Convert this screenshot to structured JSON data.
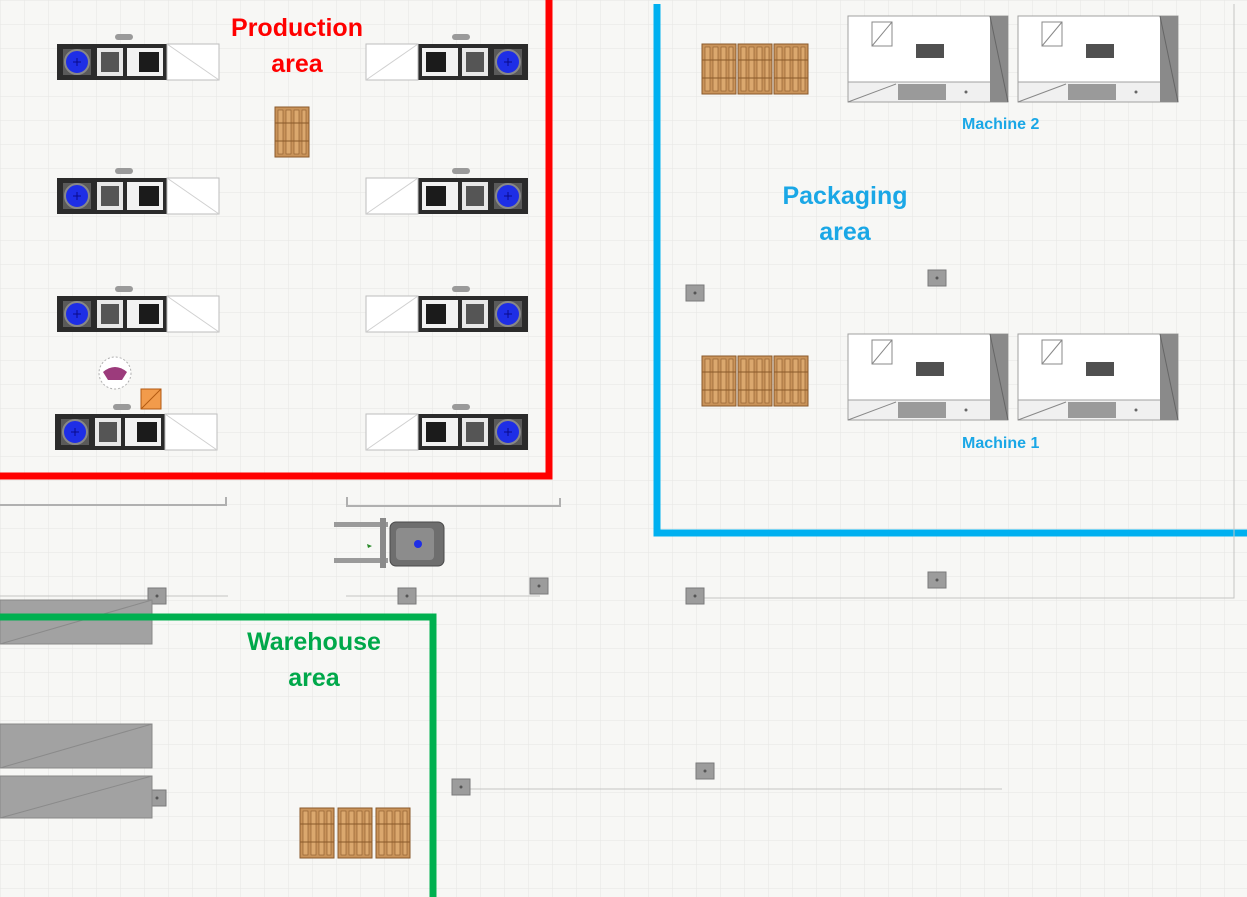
{
  "colors": {
    "production": "#ff0000",
    "packaging": "#00b0f0",
    "warehouse": "#00b050",
    "grid": "#e6e6e4",
    "background": "#f7f7f5"
  },
  "zones": {
    "production": {
      "label_line1": "Production",
      "label_line2": "area"
    },
    "packaging": {
      "label_line1": "Packaging",
      "label_line2": "area"
    },
    "warehouse": {
      "label_line1": "Warehouse",
      "label_line2": "area"
    }
  },
  "machines": {
    "machine2": {
      "label": "Machine 2"
    },
    "machine1": {
      "label": "Machine 1"
    }
  },
  "icons": [
    "cnc-machine-icon",
    "pallet-icon",
    "packaging-machine-icon",
    "forklift-icon",
    "conveyor-icon",
    "robot-icon",
    "box-icon",
    "node-icon"
  ]
}
